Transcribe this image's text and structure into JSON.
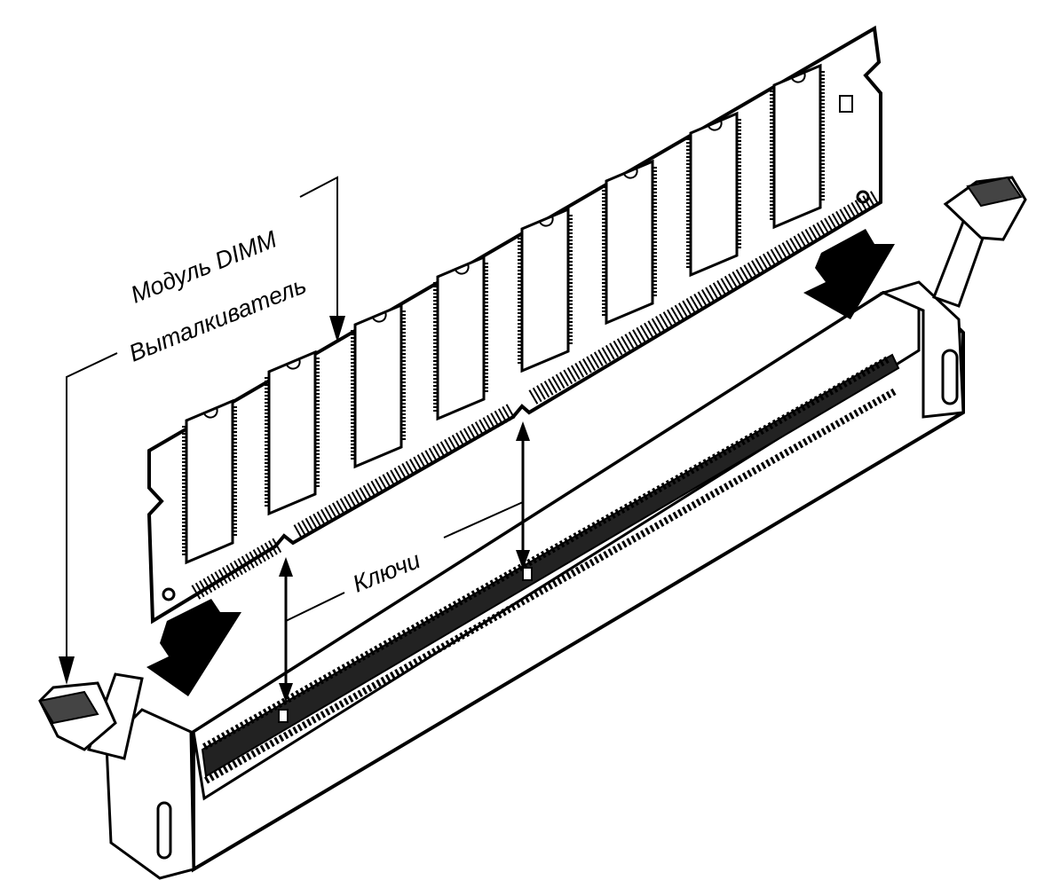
{
  "labels": {
    "dimm_module": "Модуль DIMM",
    "ejector": "Выталкиватель",
    "keys": "Ключи"
  },
  "colors": {
    "ink": "#000000",
    "paper": "#ffffff"
  }
}
